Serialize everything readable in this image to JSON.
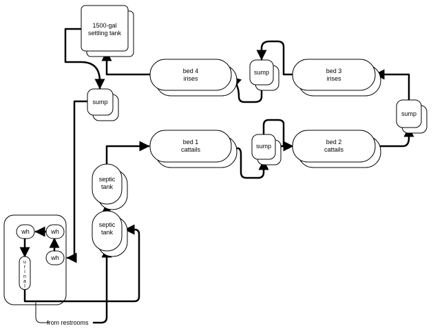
{
  "nodes": {
    "settling_tank": [
      "1500-gal",
      "settling tank"
    ],
    "bed4": [
      "bed 4",
      "irises"
    ],
    "bed3": [
      "bed 3",
      "irises"
    ],
    "bed1": [
      "bed 1",
      "cattails"
    ],
    "bed2": [
      "bed 2",
      "cattails"
    ],
    "sump_a": [
      "sump"
    ],
    "sump_b": [
      "sump"
    ],
    "sump_c": [
      "sump"
    ],
    "sump_d": [
      "sump"
    ],
    "septic_top": [
      "septic",
      "tank"
    ],
    "septic_bottom": [
      "septic",
      "tank"
    ],
    "wh_left": [
      "wh"
    ],
    "wh_right": [
      "wh"
    ],
    "wh_bottom": [
      "wh"
    ],
    "urinal": [
      "u",
      "r",
      "i",
      "n",
      "a",
      "l"
    ]
  },
  "source_label": "from restrooms"
}
